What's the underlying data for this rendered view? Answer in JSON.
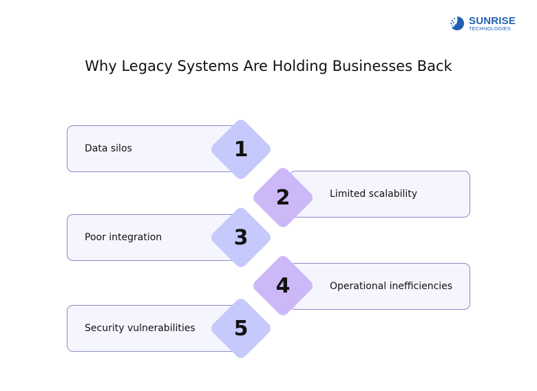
{
  "logo": {
    "name": "SUNRISE",
    "subtitle": "TECHNOLOGIES"
  },
  "title": "Why Legacy Systems Are Holding Businesses Back",
  "items": [
    {
      "number": "1",
      "label": "Data silos"
    },
    {
      "number": "2",
      "label": "Limited scalability"
    },
    {
      "number": "3",
      "label": "Poor integration"
    },
    {
      "number": "4",
      "label": "Operational inefficiencies"
    },
    {
      "number": "5",
      "label": "Security vulnerabilities"
    }
  ],
  "colors": {
    "diamond_odd": "#c5c9fb",
    "diamond_even": "#ccb8f6",
    "box_bg": "#f5f5fe",
    "box_border": "#8c88c4",
    "brand": "#2160b0"
  }
}
